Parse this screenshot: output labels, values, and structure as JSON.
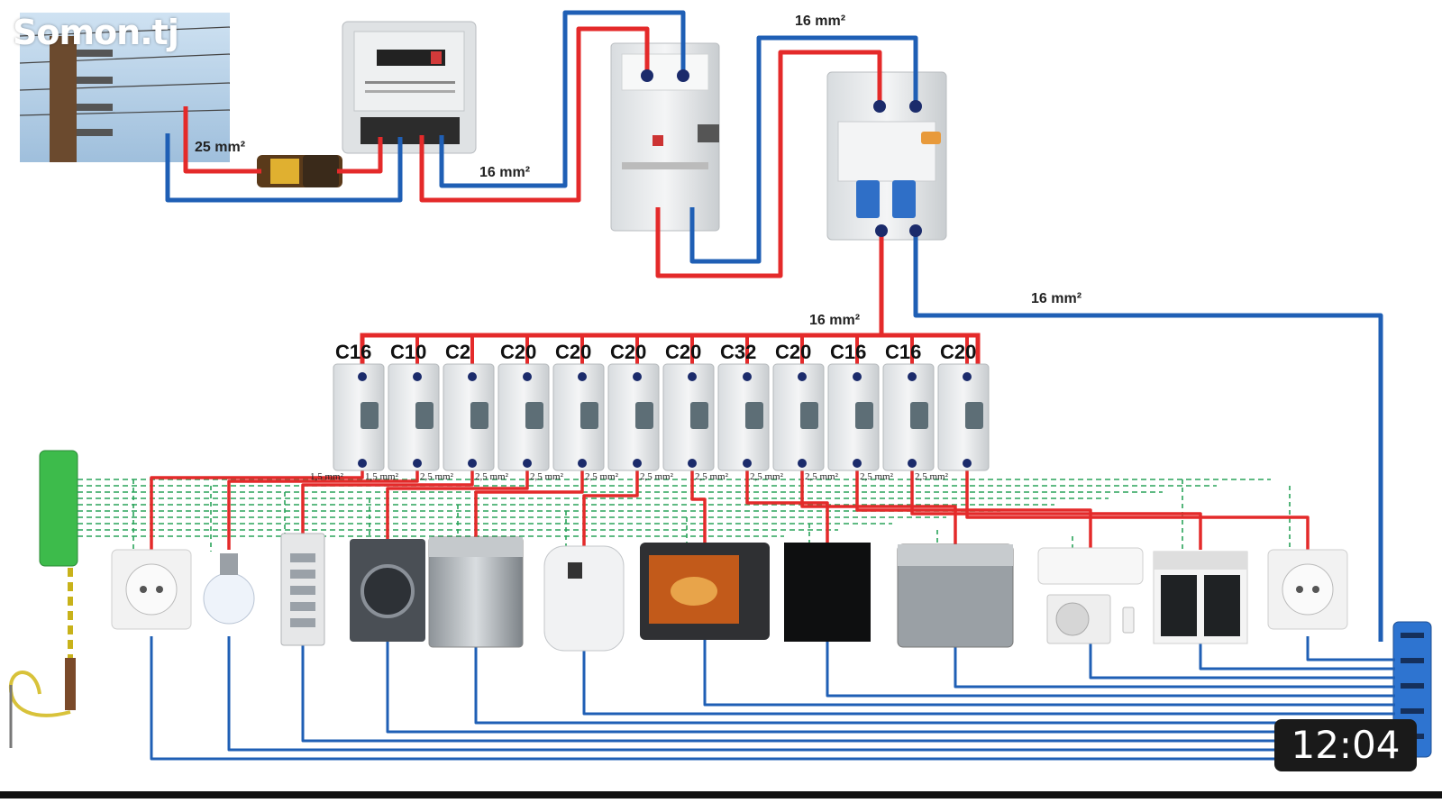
{
  "watermark": "Somon.tj",
  "video": {
    "duration": "12:04"
  },
  "colors": {
    "live": "#e42a2a",
    "neutral": "#1f5fb5",
    "earth": "#2aa35a",
    "earth_rail": "#3dbb4b"
  },
  "labels": {
    "cable_service": "25 mm²",
    "cable_meter_out": "16 mm²",
    "cable_rcd_in": "16 mm²",
    "cable_main_out": "16 mm²",
    "cable_neutral_bus": "16 mm²"
  },
  "breakers": [
    {
      "rating": "C16",
      "cable": "1,5 mm²"
    },
    {
      "rating": "C10",
      "cable": "1,5 mm²"
    },
    {
      "rating": "C2",
      "cable": "2,5 mm²"
    },
    {
      "rating": "C20",
      "cable": "2,5 mm²"
    },
    {
      "rating": "C20",
      "cable": "2,5 mm²"
    },
    {
      "rating": "C20",
      "cable": "2,5 mm²"
    },
    {
      "rating": "C20",
      "cable": "2,5 mm²"
    },
    {
      "rating": "C32",
      "cable": "2,5 mm²"
    },
    {
      "rating": "C20",
      "cable": "2,5 mm²"
    },
    {
      "rating": "C16",
      "cable": "2,5 mm²"
    },
    {
      "rating": "C16",
      "cable": "2,5 mm²"
    },
    {
      "rating": "C20",
      "cable": "2,5 mm²"
    }
  ],
  "appliances": [
    {
      "icon": "socket-icon"
    },
    {
      "icon": "light-bulb-icon"
    },
    {
      "icon": "intercom-panel-icon"
    },
    {
      "icon": "washing-machine-icon"
    },
    {
      "icon": "dishwasher-icon"
    },
    {
      "icon": "water-heater-icon"
    },
    {
      "icon": "oven-icon"
    },
    {
      "icon": "induction-hob-icon"
    },
    {
      "icon": "chest-freezer-icon"
    },
    {
      "icon": "air-conditioner-icon"
    },
    {
      "icon": "roller-shutter-window-icon"
    },
    {
      "icon": "socket-icon"
    }
  ]
}
